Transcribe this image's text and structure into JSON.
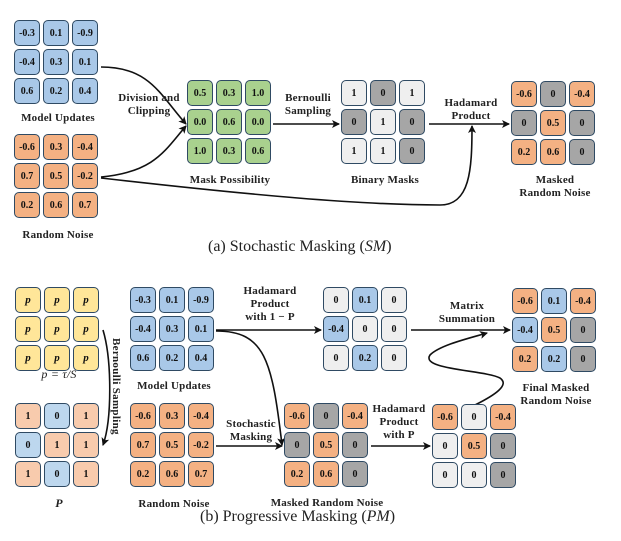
{
  "colors": {
    "blue": "#a9c8e8",
    "orange": "#f4b183",
    "green": "#a9d18e",
    "gray": "#a6a6a6",
    "light": "#efefef",
    "yellow": "#ffe699",
    "light_orange": "#f8cbad",
    "light_blue": "#bdd7ee",
    "border": "#2f4a63"
  },
  "sm": {
    "caption_prefix": "(a)  Stochastic Masking (",
    "caption_em": "SM",
    "caption_suffix": ")",
    "grids": {
      "model_updates": {
        "label": "Model Updates",
        "values": [
          "-0.3",
          "0.1",
          "-0.9",
          "-0.4",
          "0.3",
          "0.1",
          "0.6",
          "0.2",
          "0.4"
        ],
        "fills": [
          "blue",
          "blue",
          "blue",
          "blue",
          "blue",
          "blue",
          "blue",
          "blue",
          "blue"
        ]
      },
      "random_noise": {
        "label": "Random Noise",
        "values": [
          "-0.6",
          "0.3",
          "-0.4",
          "0.7",
          "0.5",
          "-0.2",
          "0.2",
          "0.6",
          "0.7"
        ],
        "fills": [
          "orange",
          "orange",
          "orange",
          "orange",
          "orange",
          "orange",
          "orange",
          "orange",
          "orange"
        ]
      },
      "mask_possibility": {
        "label": "Mask Possibility",
        "values": [
          "0.5",
          "0.3",
          "1.0",
          "0.0",
          "0.6",
          "0.0",
          "1.0",
          "0.3",
          "0.6"
        ],
        "fills": [
          "green",
          "green",
          "green",
          "green",
          "green",
          "green",
          "green",
          "green",
          "green"
        ]
      },
      "binary_masks": {
        "label": "Binary Masks",
        "values": [
          "1",
          "0",
          "1",
          "0",
          "1",
          "0",
          "1",
          "1",
          "0"
        ],
        "fills": [
          "light",
          "gray",
          "light",
          "gray",
          "light",
          "gray",
          "light",
          "light",
          "gray"
        ]
      },
      "masked_random_noise": {
        "label_line1": "Masked",
        "label_line2": "Random Noise",
        "values": [
          "-0.6",
          "0",
          "-0.4",
          "0",
          "0.5",
          "0",
          "0.2",
          "0.6",
          "0"
        ],
        "fills": [
          "orange",
          "gray",
          "orange",
          "gray",
          "orange",
          "gray",
          "orange",
          "orange",
          "gray"
        ]
      }
    },
    "arrows": {
      "division_clipping_1": "Division and",
      "division_clipping_2": "Clipping",
      "bernoulli_1": "Bernoulli",
      "bernoulli_2": "Sampling",
      "hadamard_1": "Hadamard",
      "hadamard_2": "Product"
    }
  },
  "pm": {
    "caption_prefix": "(b)  Progressive Masking (",
    "caption_em": "PM",
    "caption_suffix": ")",
    "grids": {
      "p_grid": {
        "label": "p = τ/S",
        "values": [
          "p",
          "p",
          "p",
          "p",
          "p",
          "p",
          "p",
          "p",
          "p"
        ],
        "fills": [
          "yellow",
          "yellow",
          "yellow",
          "yellow",
          "yellow",
          "yellow",
          "yellow",
          "yellow",
          "yellow"
        ]
      },
      "P_grid": {
        "label": "P",
        "values": [
          "1",
          "0",
          "1",
          "0",
          "1",
          "1",
          "1",
          "0",
          "1"
        ],
        "fills": [
          "light_orange",
          "light_blue",
          "light_orange",
          "light_blue",
          "light_orange",
          "light_orange",
          "light_orange",
          "light_blue",
          "light_orange"
        ]
      },
      "model_updates": {
        "label": "Model Updates",
        "values": [
          "-0.3",
          "0.1",
          "-0.9",
          "-0.4",
          "0.3",
          "0.1",
          "0.6",
          "0.2",
          "0.4"
        ],
        "fills": [
          "blue",
          "blue",
          "blue",
          "blue",
          "blue",
          "blue",
          "blue",
          "blue",
          "blue"
        ]
      },
      "random_noise": {
        "label": "Random Noise",
        "values": [
          "-0.6",
          "0.3",
          "-0.4",
          "0.7",
          "0.5",
          "-0.2",
          "0.2",
          "0.6",
          "0.7"
        ],
        "fills": [
          "orange",
          "orange",
          "orange",
          "orange",
          "orange",
          "orange",
          "orange",
          "orange",
          "orange"
        ]
      },
      "updates_times_1_minus_P": {
        "values": [
          "0",
          "0.1",
          "0",
          "-0.4",
          "0",
          "0",
          "0",
          "0.2",
          "0"
        ],
        "fills": [
          "light",
          "blue",
          "light",
          "blue",
          "light",
          "light",
          "light",
          "blue",
          "light"
        ]
      },
      "masked_random_noise": {
        "label": "Masked Random Noise",
        "values": [
          "-0.6",
          "0",
          "-0.4",
          "0",
          "0.5",
          "0",
          "0.2",
          "0.6",
          "0"
        ],
        "fills": [
          "orange",
          "gray",
          "orange",
          "gray",
          "orange",
          "gray",
          "orange",
          "orange",
          "gray"
        ]
      },
      "noise_times_P": {
        "values": [
          "-0.6",
          "0",
          "-0.4",
          "0",
          "0.5",
          "0",
          "0",
          "0",
          "0"
        ],
        "fills": [
          "orange",
          "light",
          "orange",
          "light",
          "orange",
          "gray",
          "light",
          "light",
          "gray"
        ]
      },
      "final_masked_random_noise": {
        "label_line1": "Final Masked",
        "label_line2": "Random Noise",
        "values": [
          "-0.6",
          "0.1",
          "-0.4",
          "-0.4",
          "0.5",
          "0",
          "0.2",
          "0.2",
          "0"
        ],
        "fills": [
          "orange",
          "blue",
          "orange",
          "blue",
          "orange",
          "gray",
          "orange",
          "blue",
          "gray"
        ]
      }
    },
    "arrows": {
      "bernoulli_sampling": "Bernoulli Sampling",
      "hadamard_1mp_1": "Hadamard",
      "hadamard_1mp_2": "Product",
      "hadamard_1mp_3": "with 1 − P",
      "matrix_sum_1": "Matrix",
      "matrix_sum_2": "Summation",
      "stochastic_1": "Stochastic",
      "stochastic_2": "Masking",
      "hadamard_p_1": "Hadamard",
      "hadamard_p_2": "Product",
      "hadamard_p_3": "with P"
    }
  }
}
